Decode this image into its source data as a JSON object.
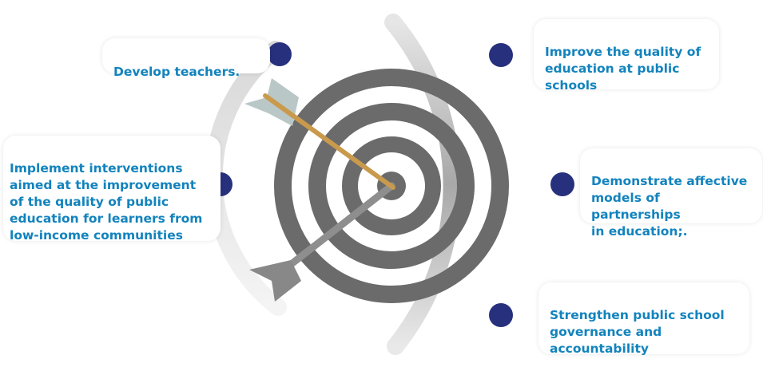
{
  "colors": {
    "text": "#1283bd",
    "dot": "#27307d",
    "ring_light": "#ececec",
    "ring_dark": "#9a9a9a",
    "target": "#6b6b6b",
    "arrow_shaft": "#c99a4c",
    "fletch_light": "#b7c6c6",
    "fletch_dark": "#858585"
  },
  "goals": [
    {
      "text": "Develop teachers."
    },
    {
      "text": "Improve the quality of\neducation at public\nschools"
    },
    {
      "text": "Implement interventions\naimed at the improvement\nof the quality of public\neducation for learners from\nlow-income communities"
    },
    {
      "text": "Demonstrate affective\nmodels of partnerships\nin education;."
    },
    {
      "text": "Strengthen public school\ngovernance and\naccountability"
    }
  ]
}
